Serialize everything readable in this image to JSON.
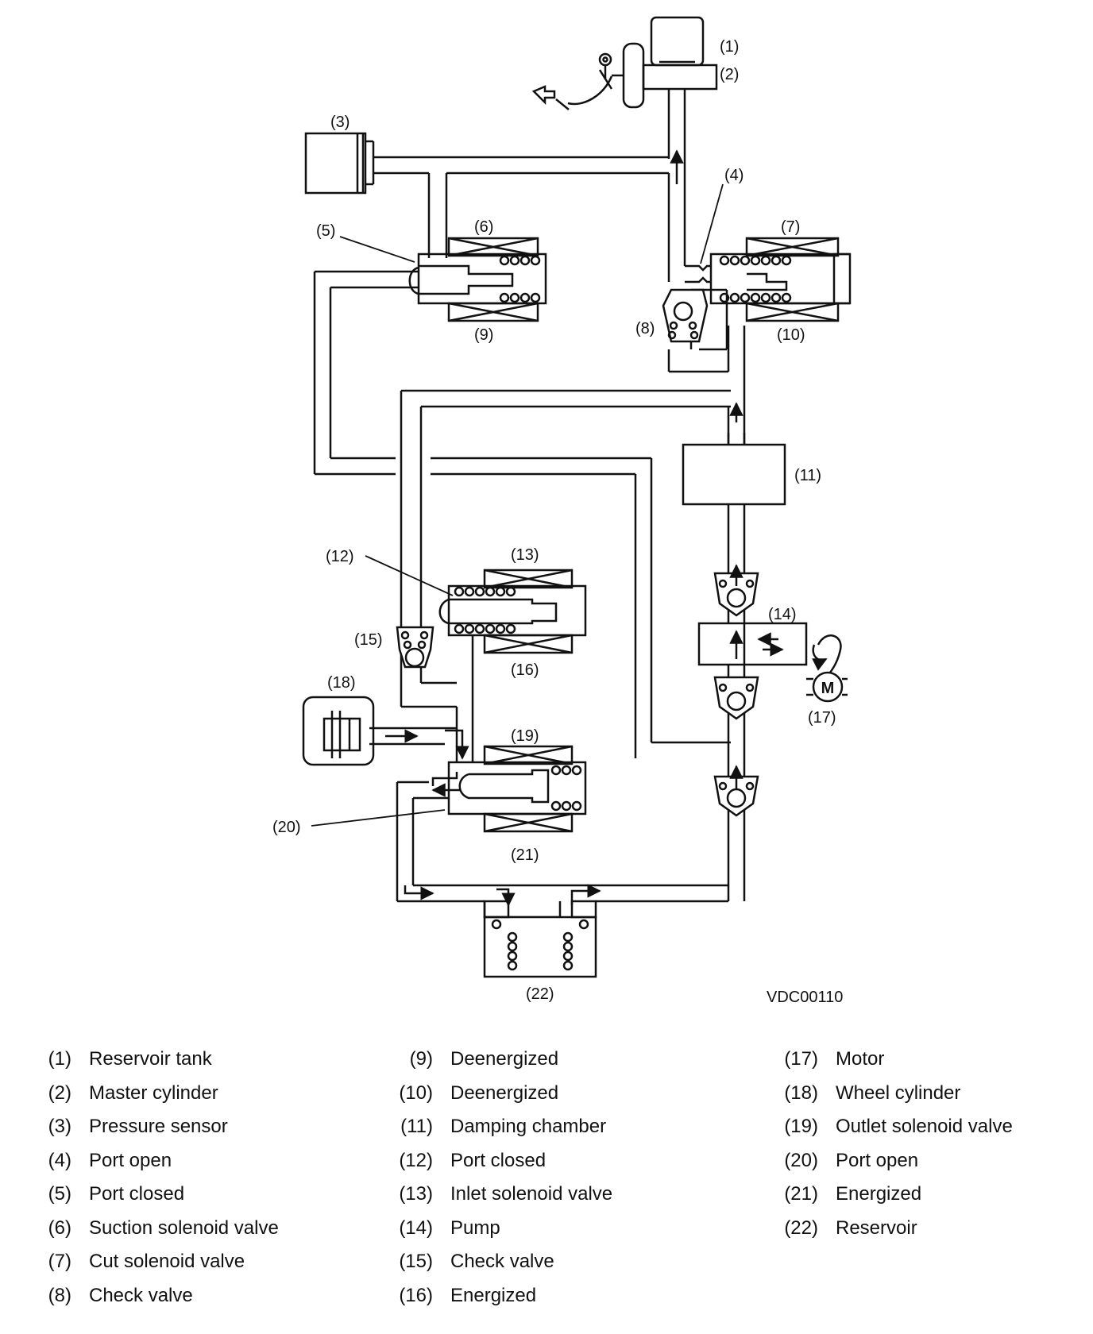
{
  "figure_code": "VDC00110",
  "callouts": [
    "(1)",
    "(2)",
    "(3)",
    "(4)",
    "(5)",
    "(6)",
    "(7)",
    "(8)",
    "(9)",
    "(10)",
    "(11)",
    "(12)",
    "(13)",
    "(14)",
    "(15)",
    "(16)",
    "(17)",
    "(18)",
    "(19)",
    "(20)",
    "(21)",
    "(22)"
  ],
  "motor_symbol": "M",
  "legend": [
    {
      "num": "(1)",
      "text": "Reservoir tank"
    },
    {
      "num": "(2)",
      "text": "Master cylinder"
    },
    {
      "num": "(3)",
      "text": "Pressure sensor"
    },
    {
      "num": "(4)",
      "text": "Port open"
    },
    {
      "num": "(5)",
      "text": "Port closed"
    },
    {
      "num": "(6)",
      "text": "Suction solenoid valve"
    },
    {
      "num": "(7)",
      "text": "Cut solenoid valve"
    },
    {
      "num": "(8)",
      "text": "Check valve"
    },
    {
      "num": "(9)",
      "text": "Deenergized"
    },
    {
      "num": "(10)",
      "text": "Deenergized"
    },
    {
      "num": "(11)",
      "text": "Damping chamber"
    },
    {
      "num": "(12)",
      "text": "Port closed"
    },
    {
      "num": "(13)",
      "text": "Inlet solenoid valve"
    },
    {
      "num": "(14)",
      "text": "Pump"
    },
    {
      "num": "(15)",
      "text": "Check valve"
    },
    {
      "num": "(16)",
      "text": "Energized"
    },
    {
      "num": "(17)",
      "text": "Motor"
    },
    {
      "num": "(18)",
      "text": "Wheel cylinder"
    },
    {
      "num": "(19)",
      "text": "Outlet solenoid valve"
    },
    {
      "num": "(20)",
      "text": "Port open"
    },
    {
      "num": "(21)",
      "text": "Energized"
    },
    {
      "num": "(22)",
      "text": "Reservoir"
    }
  ]
}
